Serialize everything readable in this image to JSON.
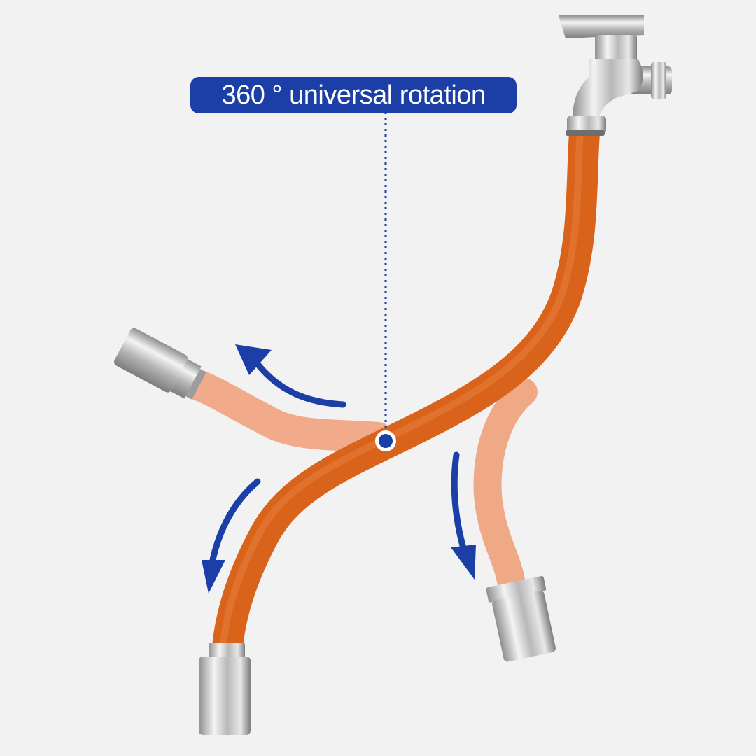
{
  "caption": {
    "text": "360 ° universal rotation"
  },
  "colors": {
    "background": "#f2f2f2",
    "accent_blue": "#1b3fa6",
    "hose_main": "#d9631a",
    "hose_ghost": "#f0a882",
    "chrome": "#c4c4c4"
  },
  "scene": {
    "objects": [
      "faucet",
      "hose-main",
      "hose-ghost-left",
      "hose-ghost-right",
      "nozzle-bottom",
      "nozzle-left",
      "nozzle-right",
      "pivot-point"
    ],
    "arrows": [
      "arrow-up-left",
      "arrow-down-left",
      "arrow-down-right"
    ]
  }
}
